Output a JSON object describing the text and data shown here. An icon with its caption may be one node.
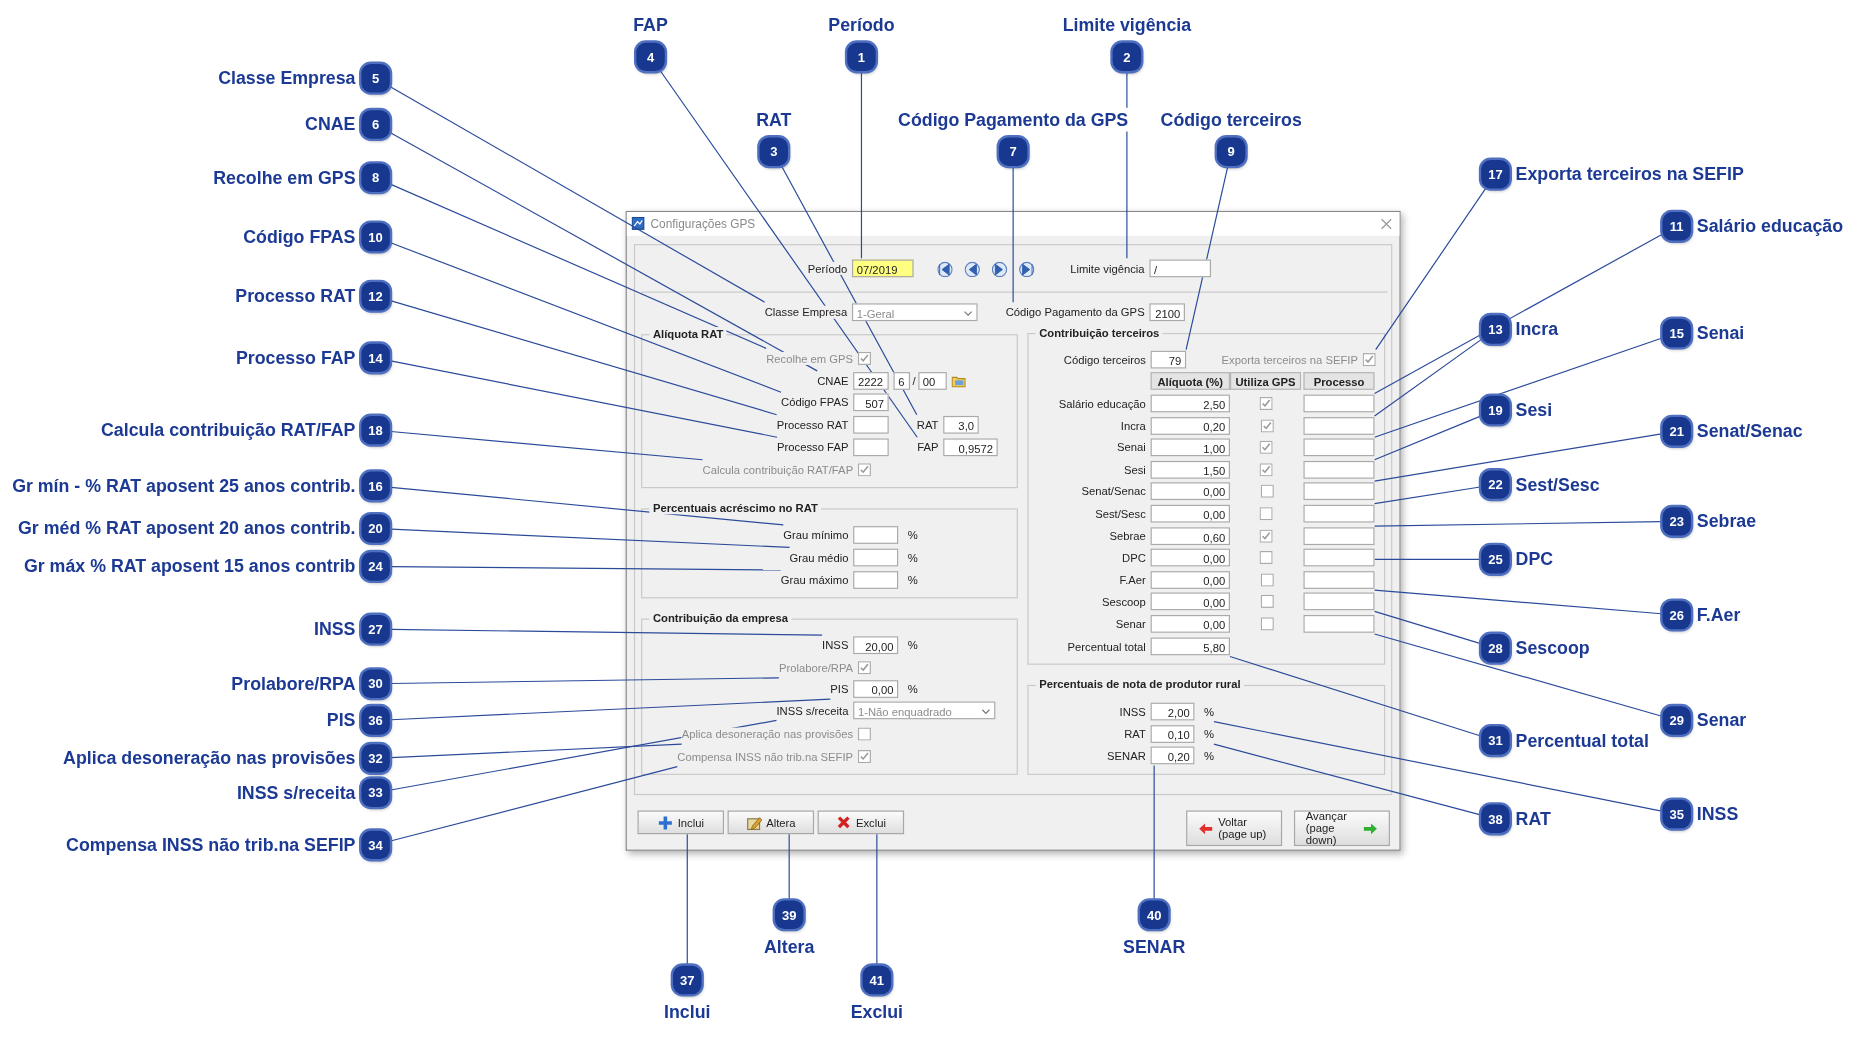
{
  "diagram": {
    "nodes": [
      {
        "text": [
          "Configurações GPS"
        ]
      },
      {
        "text": [
          "Período",
          "07/2019"
        ],
        "in": 0
      },
      {
        "text": [
          "Limite vigência",
          "/"
        ],
        "in": 0
      },
      {
        "text": [
          "Classe Empresa",
          "1-Geral"
        ],
        "in": 0
      },
      {
        "text": [
          "Código Pagamento da GPS",
          "2100"
        ],
        "in": 0
      },
      {
        "text": [
          "Alíquota RAT"
        ],
        "in": 0
      },
      {
        "text": [
          "Recolhe em GPS"
        ],
        "in": 5
      },
      {
        "text": [
          "CNAE",
          "2222",
          "6",
          "/",
          "00"
        ],
        "in": 5
      },
      {
        "text": [
          "Código FPAS",
          "507"
        ],
        "in": 5
      },
      {
        "text": [
          "Processo RAT"
        ],
        "in": 5
      },
      {
        "text": [
          "RAT",
          "3,0"
        ],
        "in": 5
      },
      {
        "text": [
          "Processo FAP"
        ],
        "in": 5
      },
      {
        "text": [
          "FAP",
          "0,9572"
        ],
        "in": 5
      },
      {
        "text": [
          "Calcula contribuição RAT/FAP"
        ],
        "in": 5
      },
      {
        "text": [
          "Percentuais acréscimo no RAT"
        ],
        "in": 0
      },
      {
        "text": [
          "Grau mínimo",
          "%"
        ],
        "in": 14
      },
      {
        "text": [
          "Grau médio",
          "%"
        ],
        "in": 14
      },
      {
        "text": [
          "Grau máximo",
          "%"
        ],
        "in": 14
      },
      {
        "text": [
          "Contribuição da empresa"
        ],
        "in": 0
      },
      {
        "text": [
          "INSS",
          "20,00",
          "%"
        ],
        "in": 18
      },
      {
        "text": [
          "Prolabore/RPA"
        ],
        "in": 18
      },
      {
        "text": [
          "PIS",
          "0,00",
          "%"
        ],
        "in": 18
      },
      {
        "text": [
          "INSS s/receita",
          "1-Não enquadrado"
        ],
        "in": 18
      },
      {
        "text": [
          "Aplica desoneração nas provisões"
        ],
        "in": 18
      },
      {
        "text": [
          "Compensa INSS não trib.na SEFIP"
        ],
        "in": 18
      },
      {
        "text": [
          "Contribuição terceiros"
        ],
        "in": 0
      },
      {
        "text": [
          "Código terceiros",
          "79"
        ],
        "in": 25
      },
      {
        "text": [
          "Exporta terceiros na SEFIP"
        ],
        "in": 25
      },
      {
        "text": [
          "Salário educação",
          "2,50"
        ],
        "in": 25
      },
      {
        "text": [
          "Incra",
          "0,20"
        ],
        "in": 25
      },
      {
        "text": [
          "Senai",
          "1,00"
        ],
        "in": 25
      },
      {
        "text": [
          "Sesi",
          "1,50"
        ],
        "in": 25
      },
      {
        "text": [
          "Senat/Senac",
          "0,00"
        ],
        "in": 25
      },
      {
        "text": [
          "Sest/Sesc",
          "0,00"
        ],
        "in": 25
      },
      {
        "text": [
          "Sebrae",
          "0,60"
        ],
        "in": 25
      },
      {
        "text": [
          "DPC",
          "0,00"
        ],
        "in": 25
      },
      {
        "text": [
          "F.Aer",
          "0,00"
        ],
        "in": 25
      },
      {
        "text": [
          "Sescoop",
          "0,00"
        ],
        "in": 25
      },
      {
        "text": [
          "Senar",
          "0,00"
        ],
        "in": 25
      },
      {
        "text": [
          "Percentual total",
          "5,80"
        ],
        "in": 25
      },
      {
        "text": [
          "Percentuais de nota de produtor rural"
        ],
        "in": 0
      },
      {
        "text": [
          "INSS",
          "2,00",
          "%"
        ],
        "in": 40
      },
      {
        "text": [
          "RAT",
          "0,10",
          "%"
        ],
        "in": 40
      },
      {
        "text": [
          "SENAR",
          "0,20",
          "%"
        ],
        "in": 40
      },
      {
        "text": [
          "Inclui"
        ],
        "in": 0
      },
      {
        "text": [
          "Altera"
        ],
        "in": 0
      },
      {
        "text": [
          "Exclui"
        ],
        "in": 0
      },
      {
        "text": [
          "Voltar (page up)"
        ],
        "in": 0
      },
      {
        "text": [
          "Avançar (page down)"
        ],
        "in": 0
      },
      {
        "text": [
          "1"
        ],
        "beside": [
          "Período"
        ]
      },
      {
        "text": [
          "2"
        ],
        "beside": [
          "Limite vigência"
        ]
      },
      {
        "text": [
          "3"
        ],
        "beside": [
          "RAT"
        ]
      },
      {
        "text": [
          "4"
        ],
        "beside": [
          "FAP"
        ]
      },
      {
        "text": [
          "5"
        ],
        "beside": [
          "Classe Empresa"
        ]
      },
      {
        "text": [
          "6"
        ],
        "beside": [
          "CNAE"
        ]
      },
      {
        "text": [
          "7"
        ],
        "beside": [
          "Código Pagamento da GPS"
        ]
      },
      {
        "text": [
          "8"
        ],
        "beside": [
          "Recolhe em GPS"
        ]
      },
      {
        "text": [
          "9"
        ],
        "beside": [
          "Código terceiros"
        ]
      },
      {
        "text": [
          "10"
        ],
        "beside": [
          "Código FPAS"
        ]
      },
      {
        "text": [
          "11"
        ],
        "beside": [
          "Salário educação"
        ]
      },
      {
        "text": [
          "12"
        ],
        "beside": [
          "Processo RAT"
        ]
      },
      {
        "text": [
          "13"
        ],
        "beside": [
          "Incra"
        ]
      },
      {
        "text": [
          "14"
        ],
        "beside": [
          "Processo FAP"
        ]
      },
      {
        "text": [
          "15"
        ],
        "beside": [
          "Senai"
        ]
      },
      {
        "text": [
          "16"
        ],
        "beside": [
          "Gr mín - % RAT aposent 25 anos contrib."
        ]
      },
      {
        "text": [
          "17"
        ],
        "beside": [
          "Exporta terceiros na SEFIP"
        ]
      },
      {
        "text": [
          "18"
        ],
        "beside": [
          "Calcula contribuição RAT/FAP"
        ]
      },
      {
        "text": [
          "19"
        ],
        "beside": [
          "Sesi"
        ]
      },
      {
        "text": [
          "20"
        ],
        "beside": [
          "Gr méd % RAT aposent 20 anos contrib."
        ]
      },
      {
        "text": [
          "21"
        ],
        "beside": [
          "Senat/Senac"
        ]
      },
      {
        "text": [
          "22"
        ],
        "beside": [
          "Sest/Sesc"
        ]
      },
      {
        "text": [
          "23"
        ],
        "beside": [
          "Sebrae"
        ]
      },
      {
        "text": [
          "24"
        ],
        "beside": [
          "Gr máx % RAT aposent 15 anos contrib"
        ]
      },
      {
        "text": [
          "25"
        ],
        "beside": [
          "DPC"
        ]
      },
      {
        "text": [
          "26"
        ],
        "beside": [
          "F.Aer"
        ]
      },
      {
        "text": [
          "27"
        ],
        "beside": [
          "INSS"
        ]
      },
      {
        "text": [
          "28"
        ],
        "beside": [
          "Sescoop"
        ]
      },
      {
        "text": [
          "29"
        ],
        "beside": [
          "Senar"
        ]
      },
      {
        "text": [
          "30"
        ],
        "beside": [
          "Prolabore/RPA"
        ]
      },
      {
        "text": [
          "31"
        ],
        "beside": [
          "Percentual total"
        ]
      },
      {
        "text": [
          "32"
        ],
        "beside": [
          "Aplica desoneração nas provisões"
        ]
      },
      {
        "text": [
          "33"
        ],
        "beside": [
          "INSS s/receita"
        ]
      },
      {
        "text": [
          "34"
        ],
        "beside": [
          "Compensa INSS não trib.na SEFIP"
        ]
      },
      {
        "text": [
          "35"
        ],
        "beside": [
          "INSS"
        ]
      },
      {
        "text": [
          "36"
        ],
        "beside": [
          "PIS"
        ]
      },
      {
        "text": [
          "37"
        ],
        "beside": [
          "Inclui"
        ]
      },
      {
        "text": [
          "38"
        ],
        "beside": [
          "RAT"
        ]
      },
      {
        "text": [
          "39"
        ],
        "beside": [
          "Altera"
        ]
      },
      {
        "text": [
          "40"
        ],
        "beside": [
          "SENAR"
        ]
      },
      {
        "text": [
          "41"
        ],
        "beside": [
          "Exclui"
        ]
      }
    ],
    "edges": [
      {
        "from": 49,
        "to": 1,
        "arrow": "none"
      },
      {
        "from": 50,
        "to": 2,
        "arrow": "none"
      },
      {
        "from": 51,
        "to": 10,
        "arrow": "none"
      },
      {
        "from": 52,
        "to": 12,
        "arrow": "none"
      },
      {
        "from": 53,
        "to": 3,
        "arrow": "none"
      },
      {
        "from": 54,
        "to": 7,
        "arrow": "none"
      },
      {
        "from": 55,
        "to": 4,
        "arrow": "none"
      },
      {
        "from": 56,
        "to": 6,
        "arrow": "none"
      },
      {
        "from": 57,
        "to": 26,
        "arrow": "none"
      },
      {
        "from": 58,
        "to": 8,
        "arrow": "none"
      },
      {
        "from": 59,
        "to": 28,
        "arrow": "none"
      },
      {
        "from": 60,
        "to": 9,
        "arrow": "none"
      },
      {
        "from": 61,
        "to": 29,
        "arrow": "none"
      },
      {
        "from": 62,
        "to": 11,
        "arrow": "none"
      },
      {
        "from": 63,
        "to": 30,
        "arrow": "none"
      },
      {
        "from": 64,
        "to": 15,
        "arrow": "none"
      },
      {
        "from": 65,
        "to": 27,
        "arrow": "none"
      },
      {
        "from": 66,
        "to": 13,
        "arrow": "none"
      },
      {
        "from": 67,
        "to": 31,
        "arrow": "none"
      },
      {
        "from": 68,
        "to": 16,
        "arrow": "none"
      },
      {
        "from": 69,
        "to": 32,
        "arrow": "none"
      },
      {
        "from": 70,
        "to": 33,
        "arrow": "none"
      },
      {
        "from": 71,
        "to": 34,
        "arrow": "none"
      },
      {
        "from": 72,
        "to": 17,
        "arrow": "none"
      },
      {
        "from": 73,
        "to": 35,
        "arrow": "none"
      },
      {
        "from": 74,
        "to": 36,
        "arrow": "none"
      },
      {
        "from": 75,
        "to": 19,
        "arrow": "none"
      },
      {
        "from": 76,
        "to": 37,
        "arrow": "none"
      },
      {
        "from": 77,
        "to": 38,
        "arrow": "none"
      },
      {
        "from": 78,
        "to": 20,
        "arrow": "none"
      },
      {
        "from": 79,
        "to": 39,
        "arrow": "none"
      },
      {
        "from": 80,
        "to": 23,
        "arrow": "none"
      },
      {
        "from": 81,
        "to": 22,
        "arrow": "none"
      },
      {
        "from": 82,
        "to": 24,
        "arrow": "none"
      },
      {
        "from": 83,
        "to": 41,
        "arrow": "none"
      },
      {
        "from": 84,
        "to": 21,
        "arrow": "none"
      },
      {
        "from": 85,
        "to": 44,
        "arrow": "none"
      },
      {
        "from": 86,
        "to": 42,
        "arrow": "none"
      },
      {
        "from": 87,
        "to": 45,
        "arrow": "none"
      },
      {
        "from": 88,
        "to": 43,
        "arrow": "none"
      },
      {
        "from": 89,
        "to": 46,
        "arrow": "none"
      }
    ],
    "labels": [
      "Alíquota (%)",
      "Utiliza GPS",
      "Processo"
    ]
  }
}
